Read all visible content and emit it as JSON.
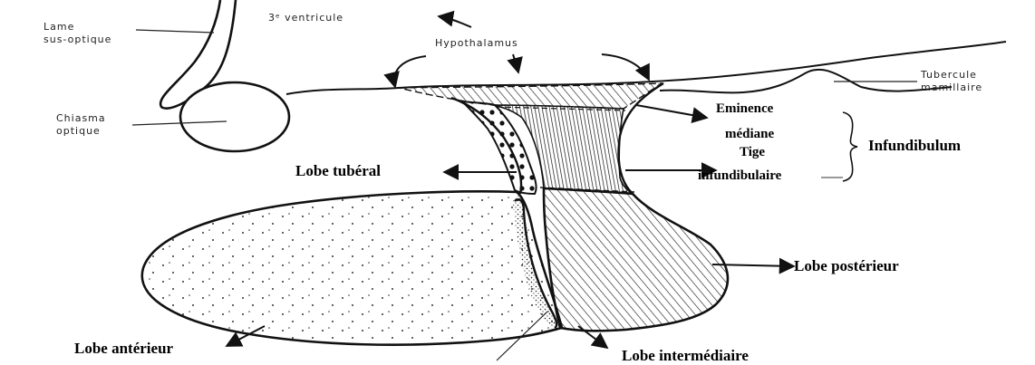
{
  "handwritten": {
    "lame": "Lame",
    "sus_optique": "sus-optique",
    "troisieme_ventricule": "3ᵉ ventricule",
    "hypothalamus": "Hypothalamus",
    "chiasma": "Chiasma",
    "optique": "optique",
    "tubercule": "Tubercule",
    "mamillaire": "mamillaire"
  },
  "labels": {
    "eminence_l1": "Eminence",
    "eminence_l2": "médiane",
    "tige_l1": "Tige",
    "tige_l2": "infundibulaire",
    "infundibulum": "Infundibulum",
    "lobe_tuberal": "Lobe tubéral",
    "lobe_posterieur": "Lobe postérieur",
    "lobe_anterieur": "Lobe antérieur",
    "lobe_intermediaire": "Lobe intermédiaire"
  },
  "colors": {
    "ink": "#111111",
    "background": "#ffffff"
  }
}
